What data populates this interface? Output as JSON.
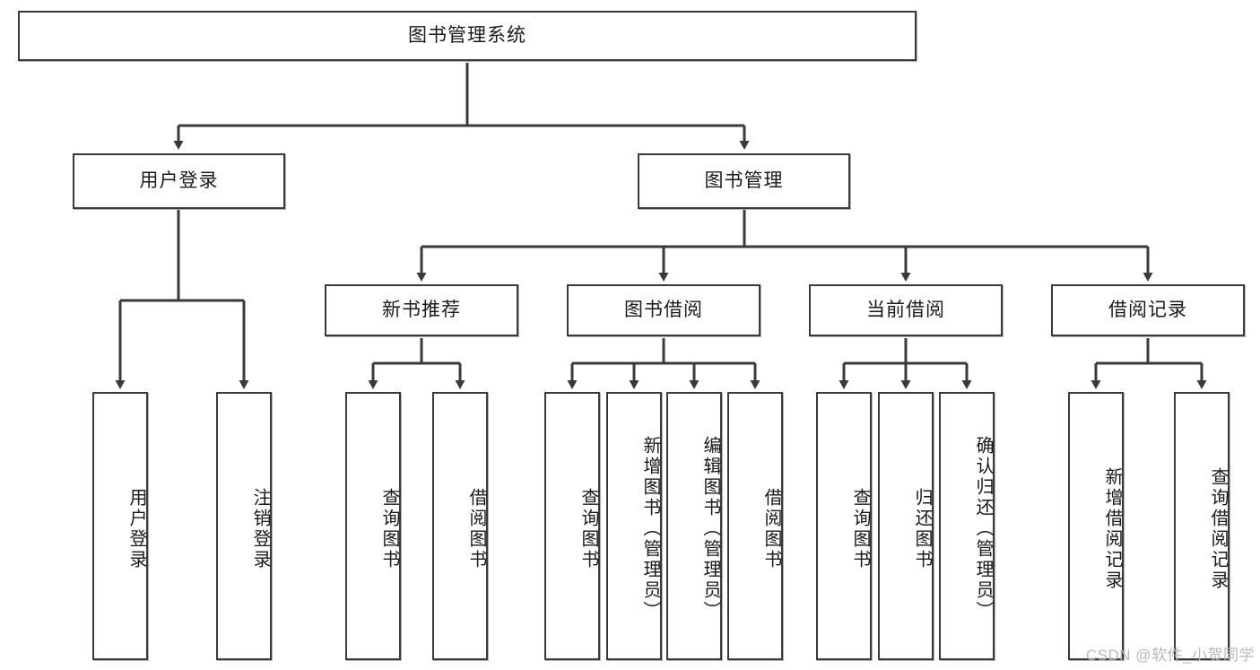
{
  "diagram": {
    "type": "tree-hierarchy",
    "title": "图书管理系统",
    "root": {
      "label": "图书管理系统"
    },
    "level2": [
      {
        "label": "用户登录"
      },
      {
        "label": "图书管理"
      }
    ],
    "level3": [
      {
        "label": "新书推荐"
      },
      {
        "label": "图书借阅"
      },
      {
        "label": "当前借阅"
      },
      {
        "label": "借阅记录"
      }
    ],
    "leaves": {
      "user_login": [
        {
          "label": "用户登录"
        },
        {
          "label": "注销登录"
        }
      ],
      "new_book_recommend": [
        {
          "label": "查询图书"
        },
        {
          "label": "借阅图书"
        }
      ],
      "book_borrow": [
        {
          "label": "查询图书"
        },
        {
          "label": "新增图书（管理员）"
        },
        {
          "label": "编辑图书（管理员）"
        },
        {
          "label": "借阅图书"
        }
      ],
      "current_borrow": [
        {
          "label": "查询图书"
        },
        {
          "label": "归还图书"
        },
        {
          "label": "确认归还（管理员）"
        }
      ],
      "borrow_records": [
        {
          "label": "新增借阅记录"
        },
        {
          "label": "查询借阅记录"
        }
      ]
    },
    "colors": {
      "border": "#3a3a3a",
      "text": "#1a1a1a",
      "background": "#ffffff",
      "watermark": "#b9b9b9"
    }
  },
  "watermark": {
    "text": "CSDN @软件_小贺同学"
  }
}
